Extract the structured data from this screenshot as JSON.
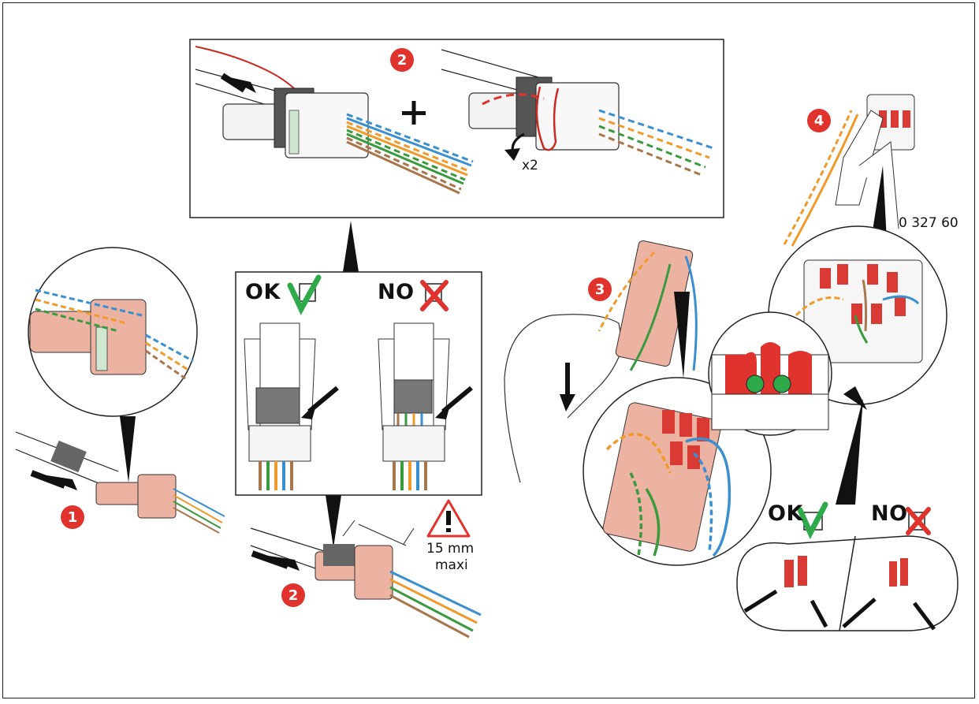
{
  "steps": {
    "s1": "1",
    "s2a": "2",
    "s2b": "2",
    "s3": "3",
    "s4": "4"
  },
  "labels": {
    "ok_center": "OK",
    "no_center": "NO",
    "ok_right": "OK",
    "no_right": "NO",
    "plus": "+",
    "times": "x2",
    "dim_line1": "15 mm",
    "dim_line2": "maxi",
    "ref": "0 327 60"
  },
  "colors": {
    "step_red": "#e1332d",
    "ok_green": "#2eaa4a",
    "no_red": "#e1332d",
    "connector": "#ecb3a2",
    "wire_blue": "#3a8fd0",
    "wire_orange": "#f09a2c",
    "wire_green": "#3a9a3e",
    "wire_brown": "#a8764b"
  }
}
